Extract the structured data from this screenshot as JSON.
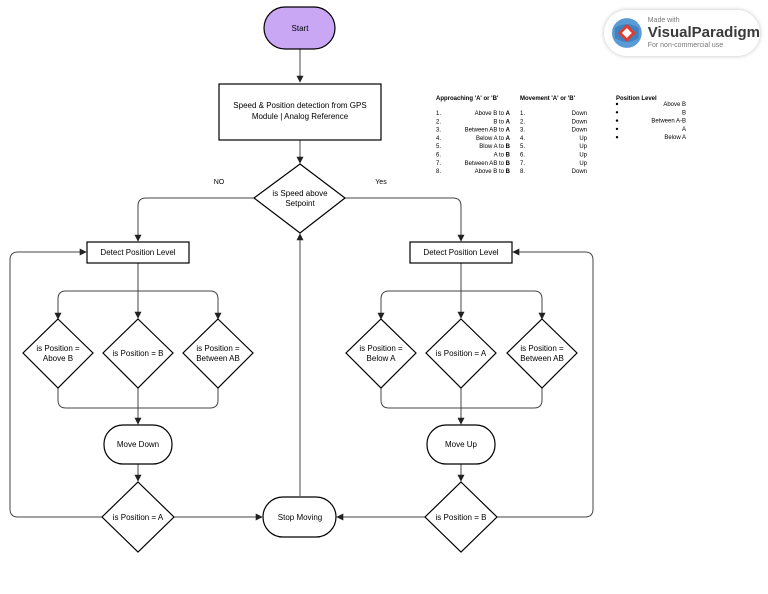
{
  "nodes": {
    "start": "Start",
    "detect": [
      "Speed & Position detection from GPS",
      "Module | Analog Reference"
    ],
    "speed_decision": [
      "is Speed above",
      "Setpoint"
    ],
    "no_label": "NO",
    "yes_label": "Yes",
    "left_detect": "Detect Position Level",
    "right_detect": "Detect Position Level",
    "left_d1": [
      "is Position =",
      "Above B"
    ],
    "left_d2": [
      "is Position =  B"
    ],
    "left_d3": [
      "is Position =",
      "Between AB"
    ],
    "right_d1": [
      "is Position =",
      "Below A"
    ],
    "right_d2": [
      "is Position =  A"
    ],
    "right_d3": [
      "is Position =",
      "Between AB"
    ],
    "move_down": "Move Down",
    "move_up": "Move Up",
    "check_a": "is Position = A",
    "check_b": "is Position = B",
    "stop": "Stop Moving"
  },
  "legend": {
    "approach_header": "Approaching 'A' or 'B'",
    "movement_header": "Movement 'A' or 'B'",
    "level_header": "Position Level",
    "rows": [
      {
        "num": "1.",
        "text": "Above B to ",
        "bold": "A",
        "mnum": "1.",
        "move": "Down"
      },
      {
        "num": "2.",
        "text": "B to ",
        "bold": "A",
        "mnum": "2.",
        "move": "Down"
      },
      {
        "num": "3.",
        "text": "Between AB to ",
        "bold": "A",
        "mnum": "3.",
        "move": "Down"
      },
      {
        "num": "4.",
        "text": "Below A to ",
        "bold": "A",
        "mnum": "4.",
        "move": "Up"
      },
      {
        "num": "5.",
        "text": "Blow A to ",
        "bold": "B",
        "mnum": "5.",
        "move": "Up"
      },
      {
        "num": "6.",
        "text": "A to ",
        "bold": "B",
        "mnum": "6.",
        "move": "Up"
      },
      {
        "num": "7.",
        "text": "Between AB to ",
        "bold": "B",
        "mnum": "7.",
        "move": "Up"
      },
      {
        "num": "8.",
        "text": "Above B to ",
        "bold": "B",
        "mnum": "8.",
        "move": "Down"
      }
    ],
    "levels": [
      "Above B",
      "B",
      "Between A-B",
      "A",
      "Below A"
    ]
  },
  "watermark": {
    "made_with": "Made with",
    "brand": "VisualParadigm",
    "note": "For non-commercial use"
  },
  "colors": {
    "start_fill": "#c9a7f5",
    "stroke": "#000000",
    "connector": "#444444"
  }
}
